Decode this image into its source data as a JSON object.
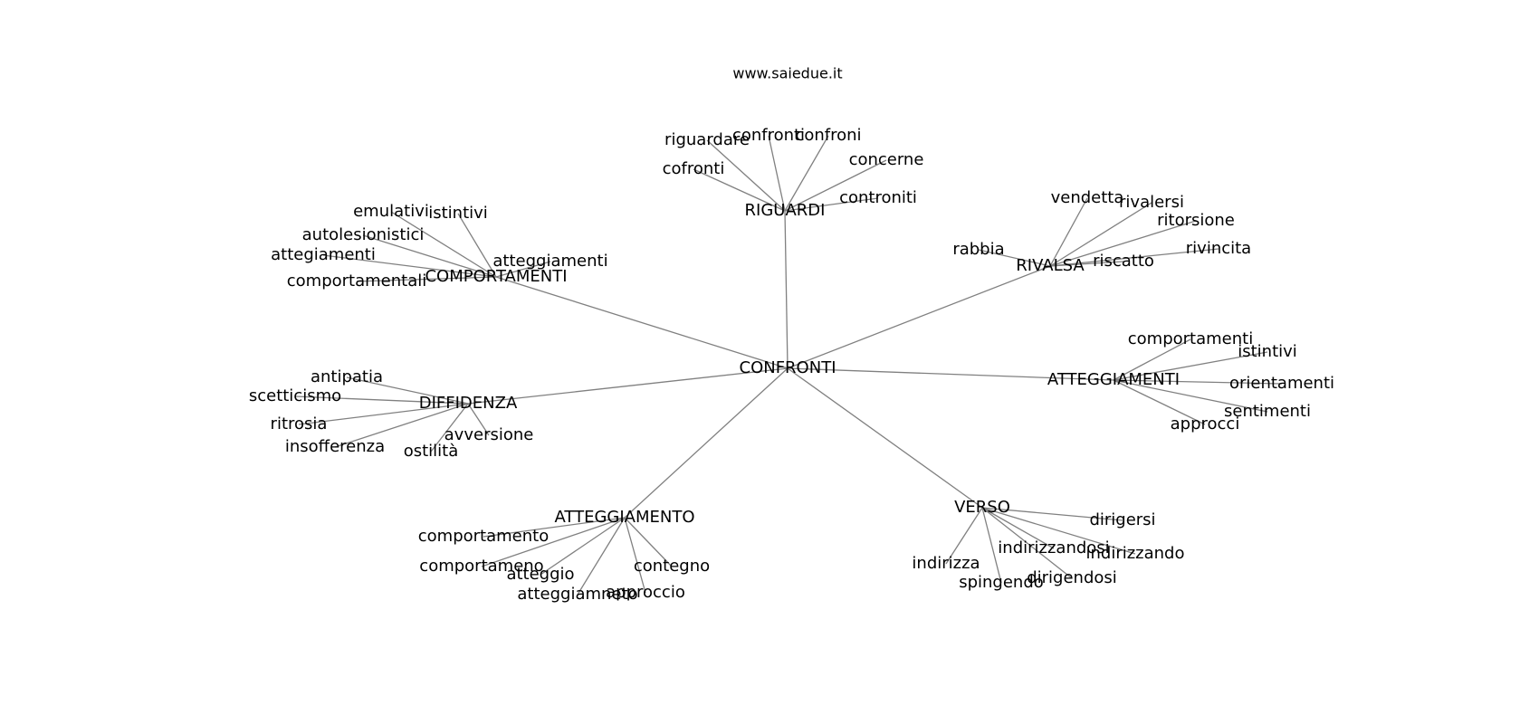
{
  "title": "www.saiedue.it",
  "colors": {
    "edge": "#808080",
    "text": "#000000",
    "background": "#ffffff"
  },
  "graph": {
    "center": "CONFRONTI",
    "hubs": [
      {
        "id": "riguardi",
        "label": "RIGUARDI",
        "leaves": [
          "riguardare",
          "confronti",
          "confroni",
          "concerne",
          "cofronti",
          "controniti"
        ]
      },
      {
        "id": "comportamenti",
        "label": "COMPORTAMENTI",
        "leaves": [
          "emulativi",
          "istintivi",
          "autolesionistici",
          "attegiamenti",
          "atteggiamenti",
          "comportamentali"
        ]
      },
      {
        "id": "rivalsa",
        "label": "RIVALSA",
        "leaves": [
          "vendetta",
          "rivalersi",
          "ritorsione",
          "rabbia",
          "rivincita",
          "riscatto"
        ]
      },
      {
        "id": "atteggiamenti",
        "label": "ATTEGGIAMENTI",
        "leaves": [
          "comportamenti",
          "istintivi",
          "orientamenti",
          "sentimenti",
          "approcci"
        ]
      },
      {
        "id": "diffidenza",
        "label": "DIFFIDENZA",
        "leaves": [
          "antipatia",
          "scetticismo",
          "ritrosia",
          "avversione",
          "insofferenza",
          "ostilità"
        ]
      },
      {
        "id": "atteggiamento",
        "label": "ATTEGGIAMENTO",
        "leaves": [
          "comportamento",
          "comportameno",
          "atteggio",
          "contegno",
          "approccio",
          "atteggiamneto"
        ]
      },
      {
        "id": "verso",
        "label": "VERSO",
        "leaves": [
          "dirigersi",
          "indirizzandosi",
          "indirizzando",
          "indirizza",
          "dirigendosi",
          "spingendo"
        ]
      }
    ]
  }
}
